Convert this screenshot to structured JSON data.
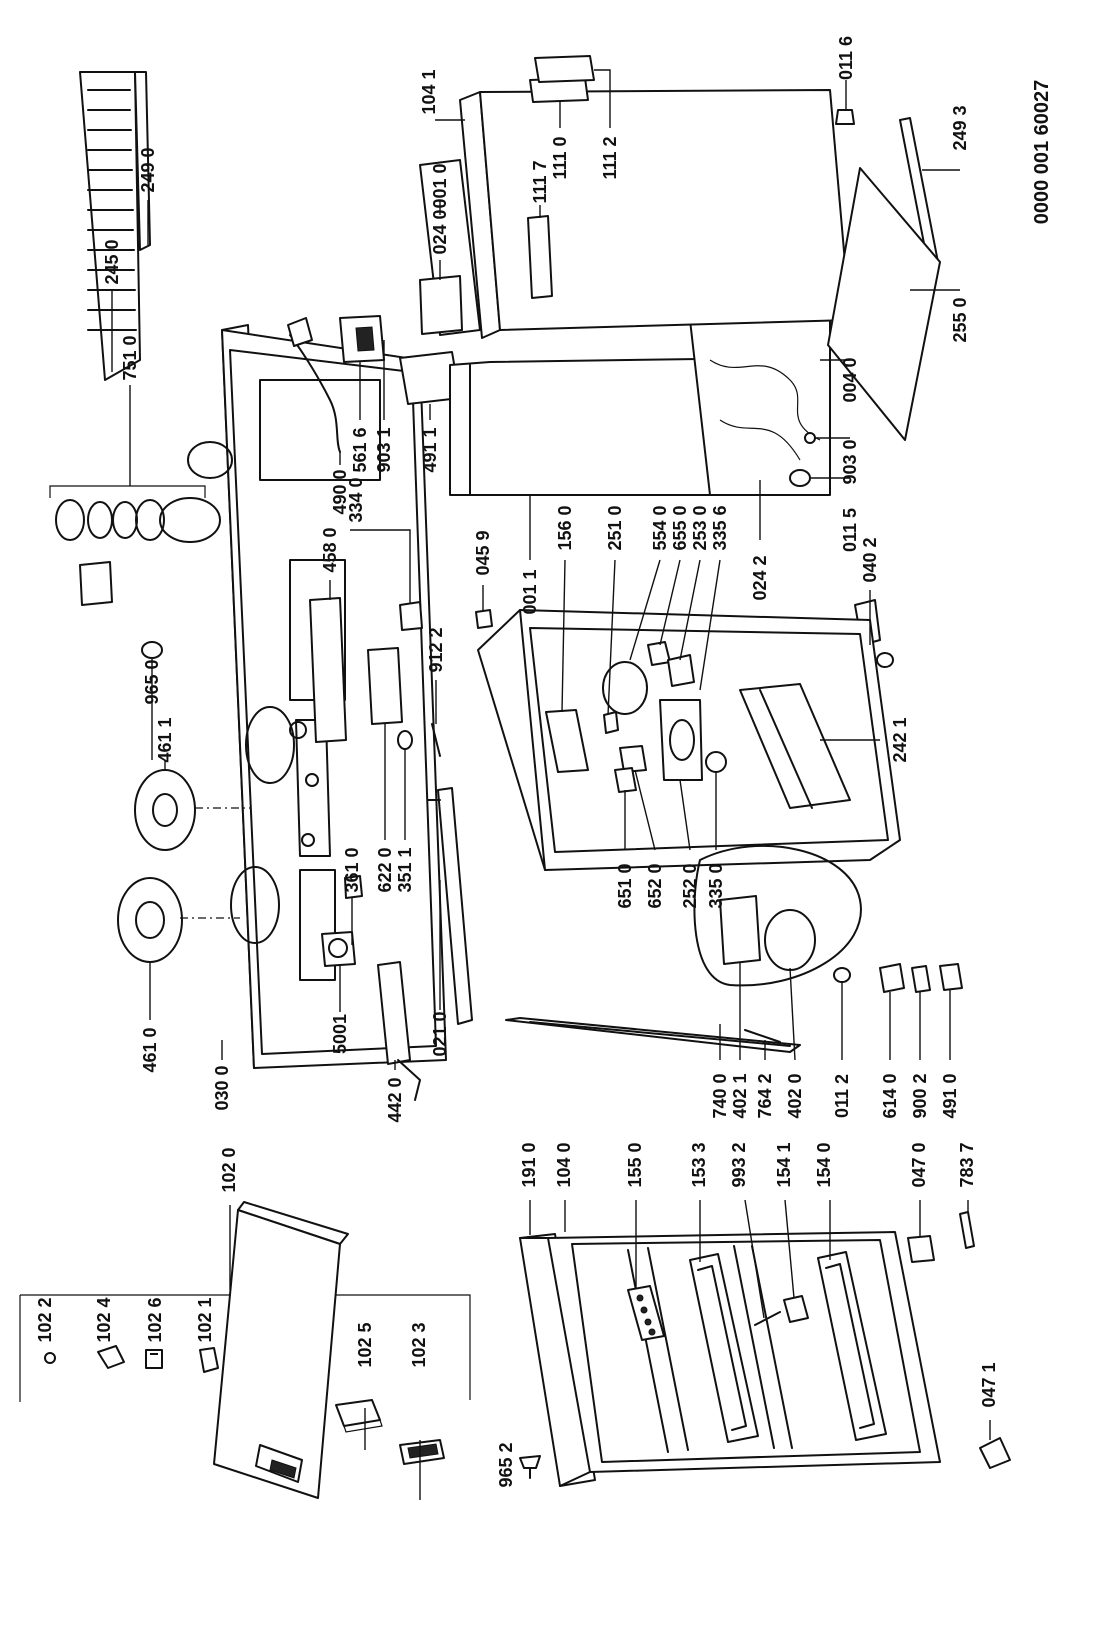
{
  "document_id": "0000 001 60027",
  "parts": [
    {
      "id": "p-1022",
      "label": "102 2"
    },
    {
      "id": "p-1024",
      "label": "102 4"
    },
    {
      "id": "p-1026",
      "label": "102 6"
    },
    {
      "id": "p-1021",
      "label": "102 1"
    },
    {
      "id": "p-1020",
      "label": "102 0"
    },
    {
      "id": "p-1025",
      "label": "102 5"
    },
    {
      "id": "p-1023",
      "label": "102 3"
    },
    {
      "id": "p-9652",
      "label": "965 2"
    },
    {
      "id": "p-1910",
      "label": "191 0"
    },
    {
      "id": "p-1040",
      "label": "104 0"
    },
    {
      "id": "p-1550",
      "label": "155 0"
    },
    {
      "id": "p-1533",
      "label": "153 3"
    },
    {
      "id": "p-9932",
      "label": "993 2"
    },
    {
      "id": "p-1541",
      "label": "154 1"
    },
    {
      "id": "p-1540",
      "label": "154 0"
    },
    {
      "id": "p-0470",
      "label": "047 0"
    },
    {
      "id": "p-7837",
      "label": "783 7"
    },
    {
      "id": "p-0471",
      "label": "047 1"
    },
    {
      "id": "p-4610",
      "label": "461 0"
    },
    {
      "id": "p-0300",
      "label": "030 0"
    },
    {
      "id": "p-4420",
      "label": "442 0"
    },
    {
      "id": "p-5001",
      "label": "5001"
    },
    {
      "id": "p-0210",
      "label": "021 0"
    },
    {
      "id": "p-3610",
      "label": "361 0"
    },
    {
      "id": "p-4611",
      "label": "461 1"
    },
    {
      "id": "p-9650",
      "label": "965 0"
    },
    {
      "id": "p-6220",
      "label": "622 0"
    },
    {
      "id": "p-3511",
      "label": "351 1"
    },
    {
      "id": "p-9122",
      "label": "912 2"
    },
    {
      "id": "p-3340",
      "label": "334 0"
    },
    {
      "id": "p-4580",
      "label": "458 0"
    },
    {
      "id": "p-7510",
      "label": "751 0"
    },
    {
      "id": "p-4900",
      "label": "490 0"
    },
    {
      "id": "p-2450",
      "label": "245 0"
    },
    {
      "id": "p-2490",
      "label": "249 0"
    },
    {
      "id": "p-5616",
      "label": "561 6"
    },
    {
      "id": "p-9031",
      "label": "903 1"
    },
    {
      "id": "p-4911",
      "label": "491 1"
    },
    {
      "id": "p-0240",
      "label": "024 0"
    },
    {
      "id": "p-0010",
      "label": "001 0"
    },
    {
      "id": "p-1041",
      "label": "104 1"
    },
    {
      "id": "p-1117",
      "label": "111 7"
    },
    {
      "id": "p-1110",
      "label": "111 0"
    },
    {
      "id": "p-1112",
      "label": "111 2"
    },
    {
      "id": "p-0116",
      "label": "011 6"
    },
    {
      "id": "p-2493",
      "label": "249 3"
    },
    {
      "id": "p-2550",
      "label": "255 0"
    },
    {
      "id": "p-0040",
      "label": "004 0"
    },
    {
      "id": "p-9030",
      "label": "903 0"
    },
    {
      "id": "p-0115",
      "label": "011 5"
    },
    {
      "id": "p-0402",
      "label": "040 2"
    },
    {
      "id": "p-0242",
      "label": "024 2"
    },
    {
      "id": "p-3356",
      "label": "335 6"
    },
    {
      "id": "p-2530",
      "label": "253 0"
    },
    {
      "id": "p-6550",
      "label": "655 0"
    },
    {
      "id": "p-5540",
      "label": "554 0"
    },
    {
      "id": "p-2510",
      "label": "251 0"
    },
    {
      "id": "p-1560",
      "label": "156 0"
    },
    {
      "id": "p-0011",
      "label": "001 1"
    },
    {
      "id": "p-0459",
      "label": "045 9"
    },
    {
      "id": "p-2421",
      "label": "242 1"
    },
    {
      "id": "p-6510",
      "label": "651 0"
    },
    {
      "id": "p-6520",
      "label": "652 0"
    },
    {
      "id": "p-2520",
      "label": "252 0"
    },
    {
      "id": "p-3350",
      "label": "335 0"
    },
    {
      "id": "p-7400",
      "label": "740 0"
    },
    {
      "id": "p-4021",
      "label": "402 1"
    },
    {
      "id": "p-7642",
      "label": "764 2"
    },
    {
      "id": "p-4020",
      "label": "402 0"
    },
    {
      "id": "p-0112",
      "label": "011 2"
    },
    {
      "id": "p-6140",
      "label": "614 0"
    },
    {
      "id": "p-9002",
      "label": "900 2"
    },
    {
      "id": "p-4910",
      "label": "491 0"
    }
  ]
}
